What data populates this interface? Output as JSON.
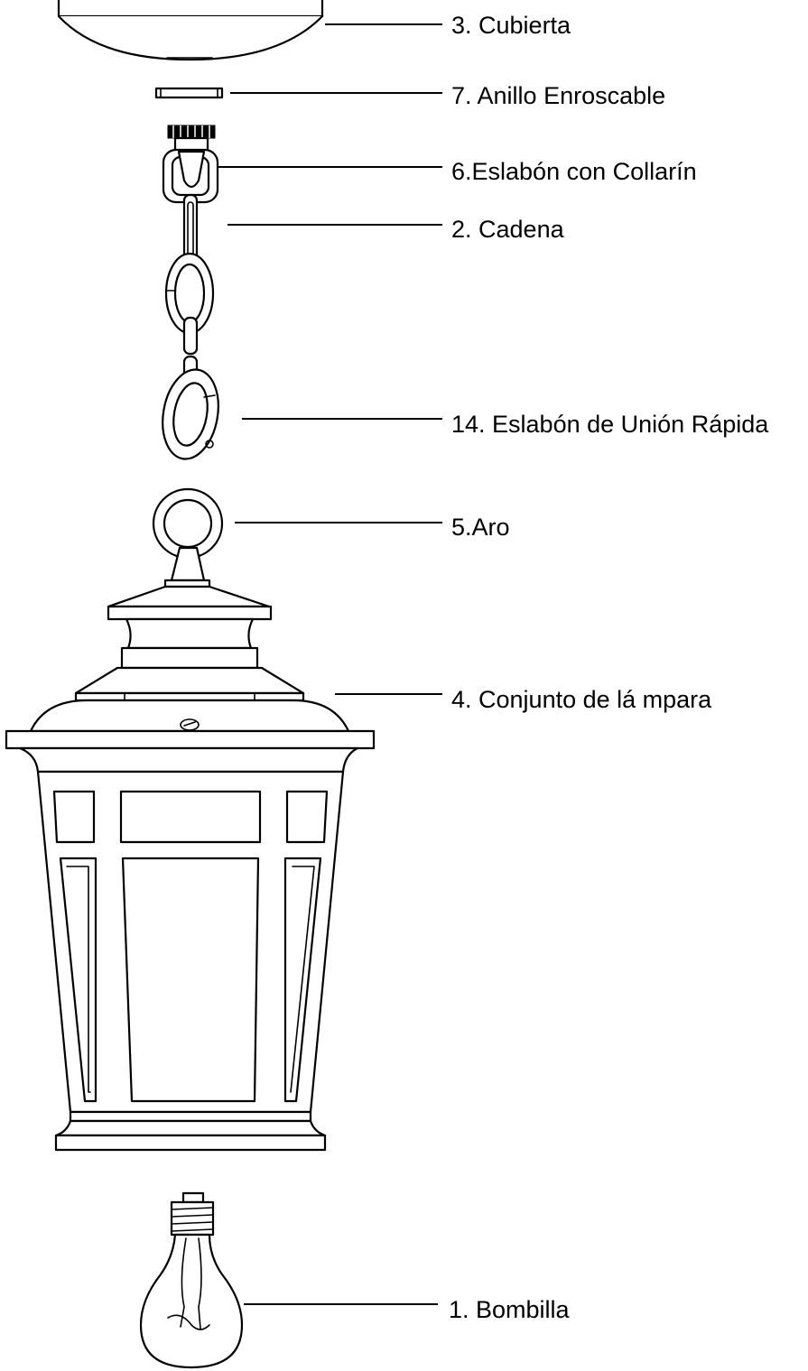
{
  "labels": {
    "cubierta": "3. Cubierta",
    "anillo": "7. Anillo Enroscable",
    "eslabon_collarin": "6.Eslabón con Collarín",
    "cadena": "2. Cadena",
    "eslabon_union": "14. Eslabón de Unión Rápida",
    "aro": "5.Aro",
    "conjunto": "4. Conjunto de lá  mpara",
    "bombilla": "1. Bombilla"
  }
}
